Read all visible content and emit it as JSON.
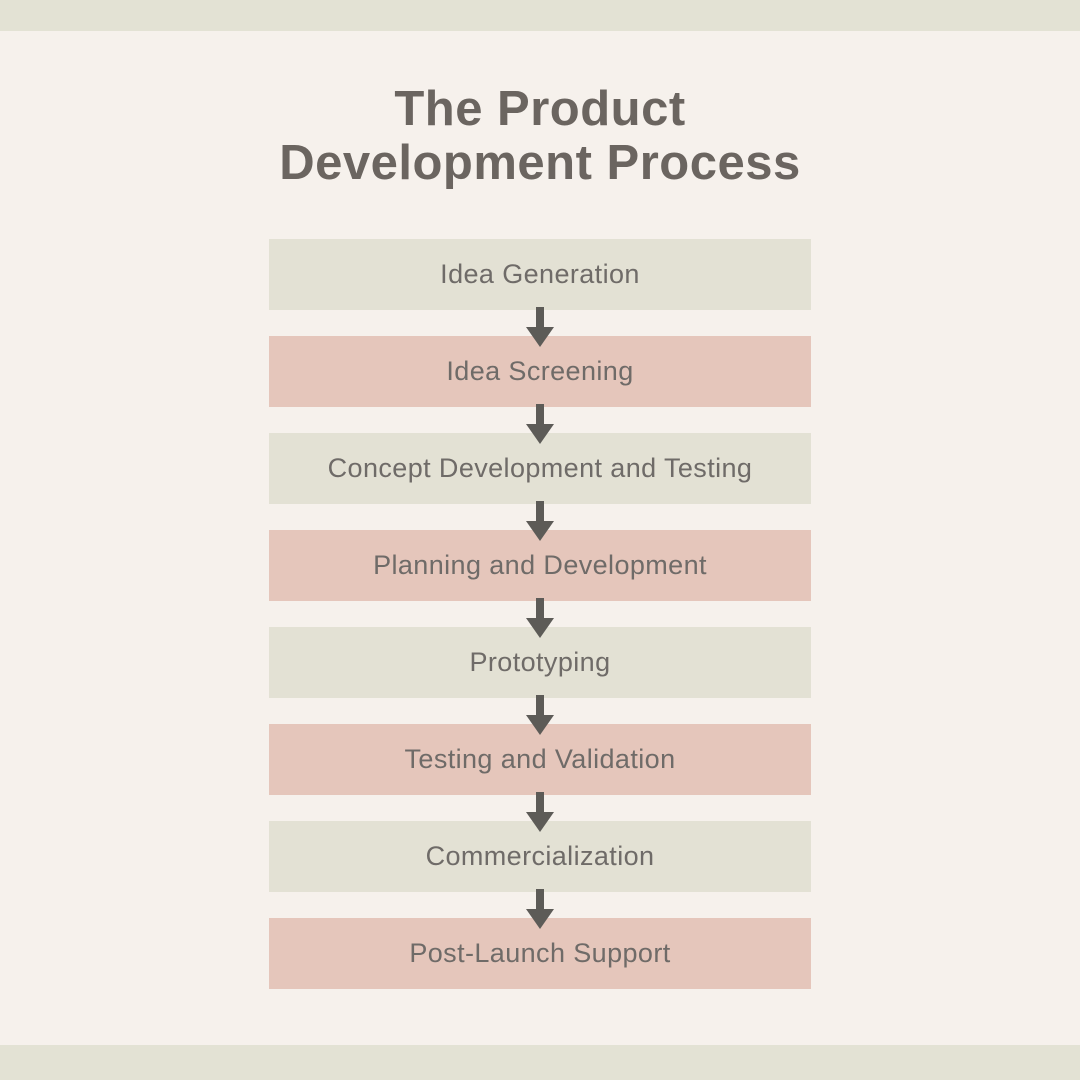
{
  "title": {
    "full": "The Product Development Process",
    "line1": "The Product",
    "line2": "Development Process"
  },
  "steps": [
    {
      "label": "Idea Generation",
      "variant": "sage"
    },
    {
      "label": "Idea Screening",
      "variant": "pink"
    },
    {
      "label": "Concept Development and Testing",
      "variant": "sage"
    },
    {
      "label": "Planning and Development",
      "variant": "pink"
    },
    {
      "label": "Prototyping",
      "variant": "sage"
    },
    {
      "label": "Testing and Validation",
      "variant": "pink"
    },
    {
      "label": "Commercialization",
      "variant": "sage"
    },
    {
      "label": "Post-Launch Support",
      "variant": "pink"
    }
  ],
  "connector_icon": "down-arrow-icon",
  "palette": {
    "background": "#f6f1ec",
    "band": "#e3e2d4",
    "box_sage": "#e3e1d4",
    "box_pink": "#e5c6bb",
    "title_text": "#6b6560",
    "box_text": "#6f6b68",
    "arrow": "#5d5b57"
  }
}
